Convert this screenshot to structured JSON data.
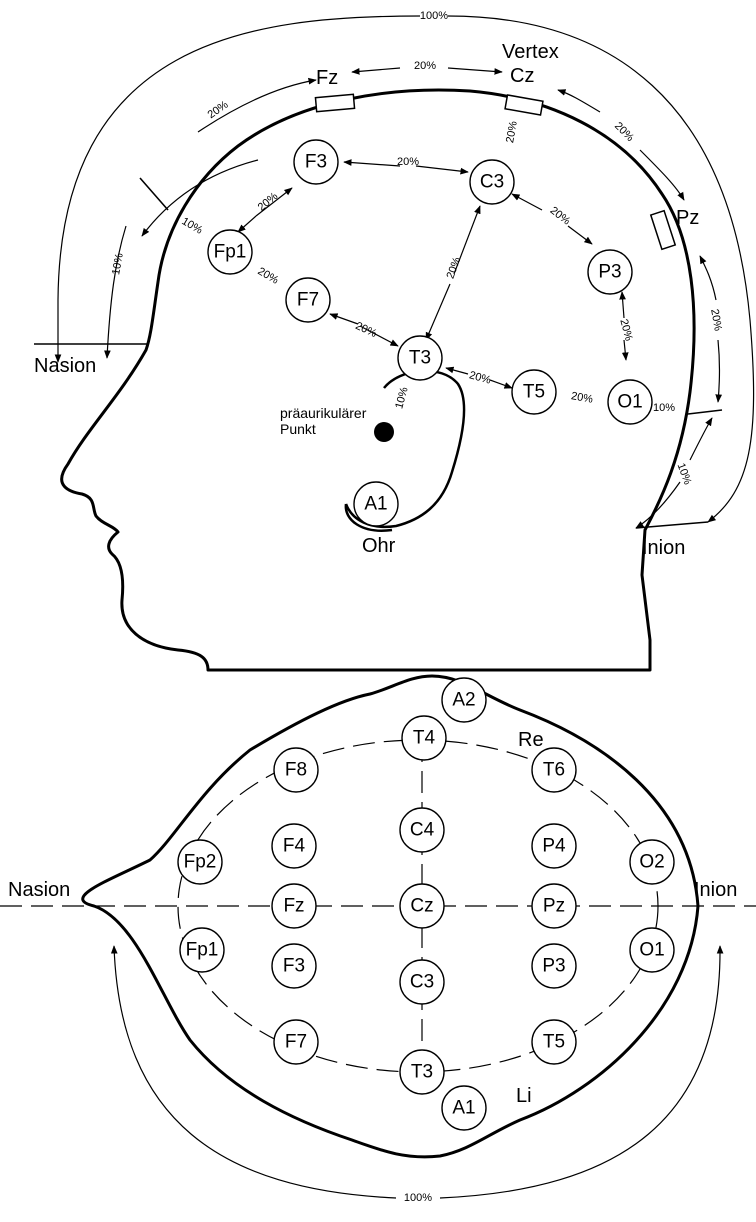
{
  "side_view": {
    "landmarks": {
      "nasion": "Nasion",
      "inion": "Inion",
      "vertex": "Vertex",
      "preauricular": [
        "präaurikulärer",
        "Punkt"
      ],
      "ear": "Ohr"
    },
    "electrodes": [
      "Fz",
      "Cz",
      "Pz",
      "F3",
      "C3",
      "Fp1",
      "F7",
      "T3",
      "P3",
      "T5",
      "O1",
      "A1"
    ],
    "percentages": {
      "total": "100%",
      "fz_cz": "20%",
      "nasion_fz": "20%",
      "nasion_10": "10%",
      "cz_pz": "20%",
      "pz_inion": "20%",
      "inion_10": "10%",
      "cz_c3": "20%",
      "f3_c3": "20%",
      "fp1_f3": "20%",
      "fp1_10": "10%",
      "fp1_f7": "20%",
      "f7_t3": "20%",
      "c3_t3": "20%",
      "c3_p3": "20%",
      "p3_o1": "20%",
      "t3_t5": "20%",
      "t5_o1": "20%",
      "o1_10": "10%",
      "t3_10": "10%"
    }
  },
  "top_view": {
    "landmarks": {
      "nasion": "Nasion",
      "inion": "Inion",
      "right": "Re",
      "left": "Li"
    },
    "electrodes": [
      "A2",
      "T4",
      "F8",
      "T6",
      "C4",
      "F4",
      "P4",
      "Fp2",
      "O2",
      "Fz",
      "Cz",
      "Pz",
      "Fp1",
      "F3",
      "P3",
      "O1",
      "C3",
      "F7",
      "T5",
      "T3",
      "A1"
    ],
    "percentages": {
      "total": "100%"
    }
  }
}
